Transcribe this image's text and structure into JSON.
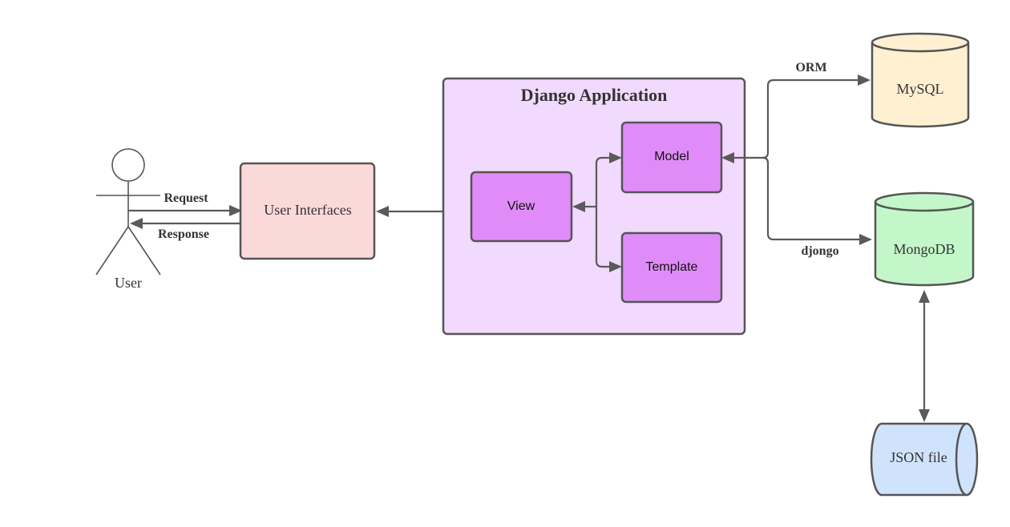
{
  "diagram": {
    "actor": {
      "label": "User"
    },
    "edges": {
      "request": "Request",
      "response": "Response",
      "orm": "ORM",
      "djongo": "djongo"
    },
    "nodes": {
      "user_interfaces": "User Interfaces",
      "django_app": "Django Application",
      "view": "View",
      "model": "Model",
      "template": "Template",
      "mysql": "MySQL",
      "mongodb": "MongoDB",
      "json_file": "JSON file"
    }
  },
  "colors": {
    "user_interfaces_fill": "#fcd9d9",
    "django_app_fill": "#f1dafd",
    "component_fill": "#e08cf8",
    "mysql_fill": "#fff0d2",
    "mongodb_fill": "#c3f7c9",
    "json_file_fill": "#cfe3fd",
    "stroke": "#555555"
  }
}
